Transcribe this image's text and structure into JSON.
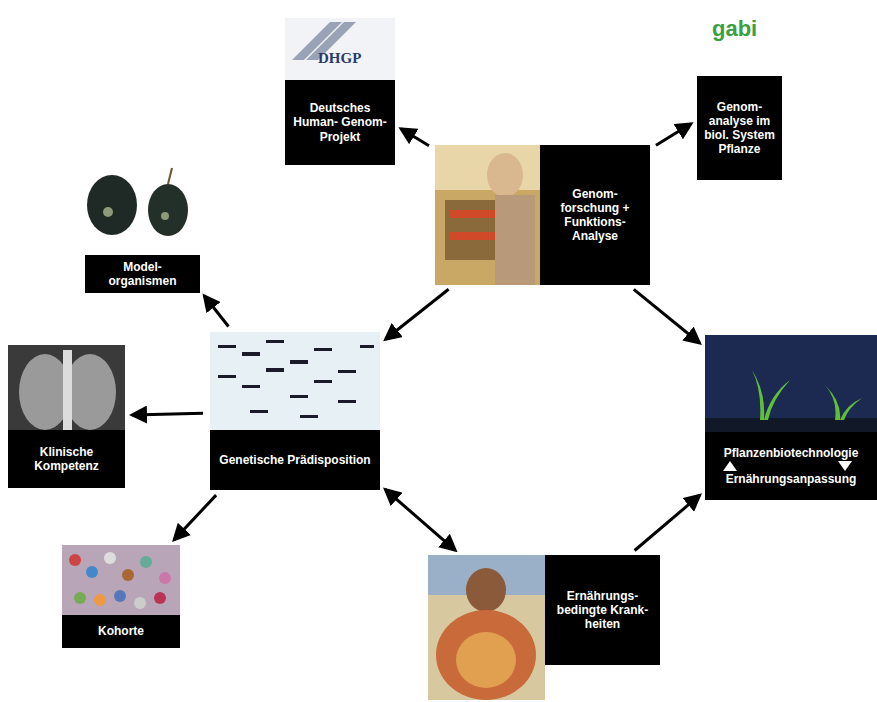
{
  "diagram": {
    "nodes": [
      {
        "text": [
          "Deutsches Human- Genom- Projekt"
        ]
      },
      {
        "text": [
          "Genom- analyse im biol. System Pflanze"
        ]
      },
      {
        "text": [
          "Genom- forschung + Funktions- Analyse"
        ]
      },
      {
        "text": [
          "Model- organismen"
        ]
      },
      {
        "text": [
          "Klinische Kompetenz"
        ]
      },
      {
        "text": [
          "Genetische Prädisposition"
        ]
      },
      {
        "text": [
          "Pflanzenbiotechnologie",
          "Ernährungsanpassung"
        ]
      },
      {
        "text": [
          "Kohorte"
        ]
      },
      {
        "text": [
          "Ernährungs- bedingte Krank- heiten"
        ]
      }
    ],
    "edges": [
      {
        "from": 2,
        "to": 0,
        "arrow": "to"
      },
      {
        "from": 2,
        "to": 1,
        "arrow": "to"
      },
      {
        "from": 2,
        "to": 5,
        "arrow": "to"
      },
      {
        "from": 2,
        "to": 6,
        "arrow": "to"
      },
      {
        "from": 5,
        "to": 3,
        "arrow": "to"
      },
      {
        "from": 5,
        "to": 4,
        "arrow": "to"
      },
      {
        "from": 5,
        "to": 7,
        "arrow": "to"
      },
      {
        "from": 5,
        "to": 8,
        "arrow": "both"
      },
      {
        "from": 8,
        "to": 6,
        "arrow": "to"
      }
    ],
    "labels": [
      "DHGP",
      "gabi"
    ]
  }
}
